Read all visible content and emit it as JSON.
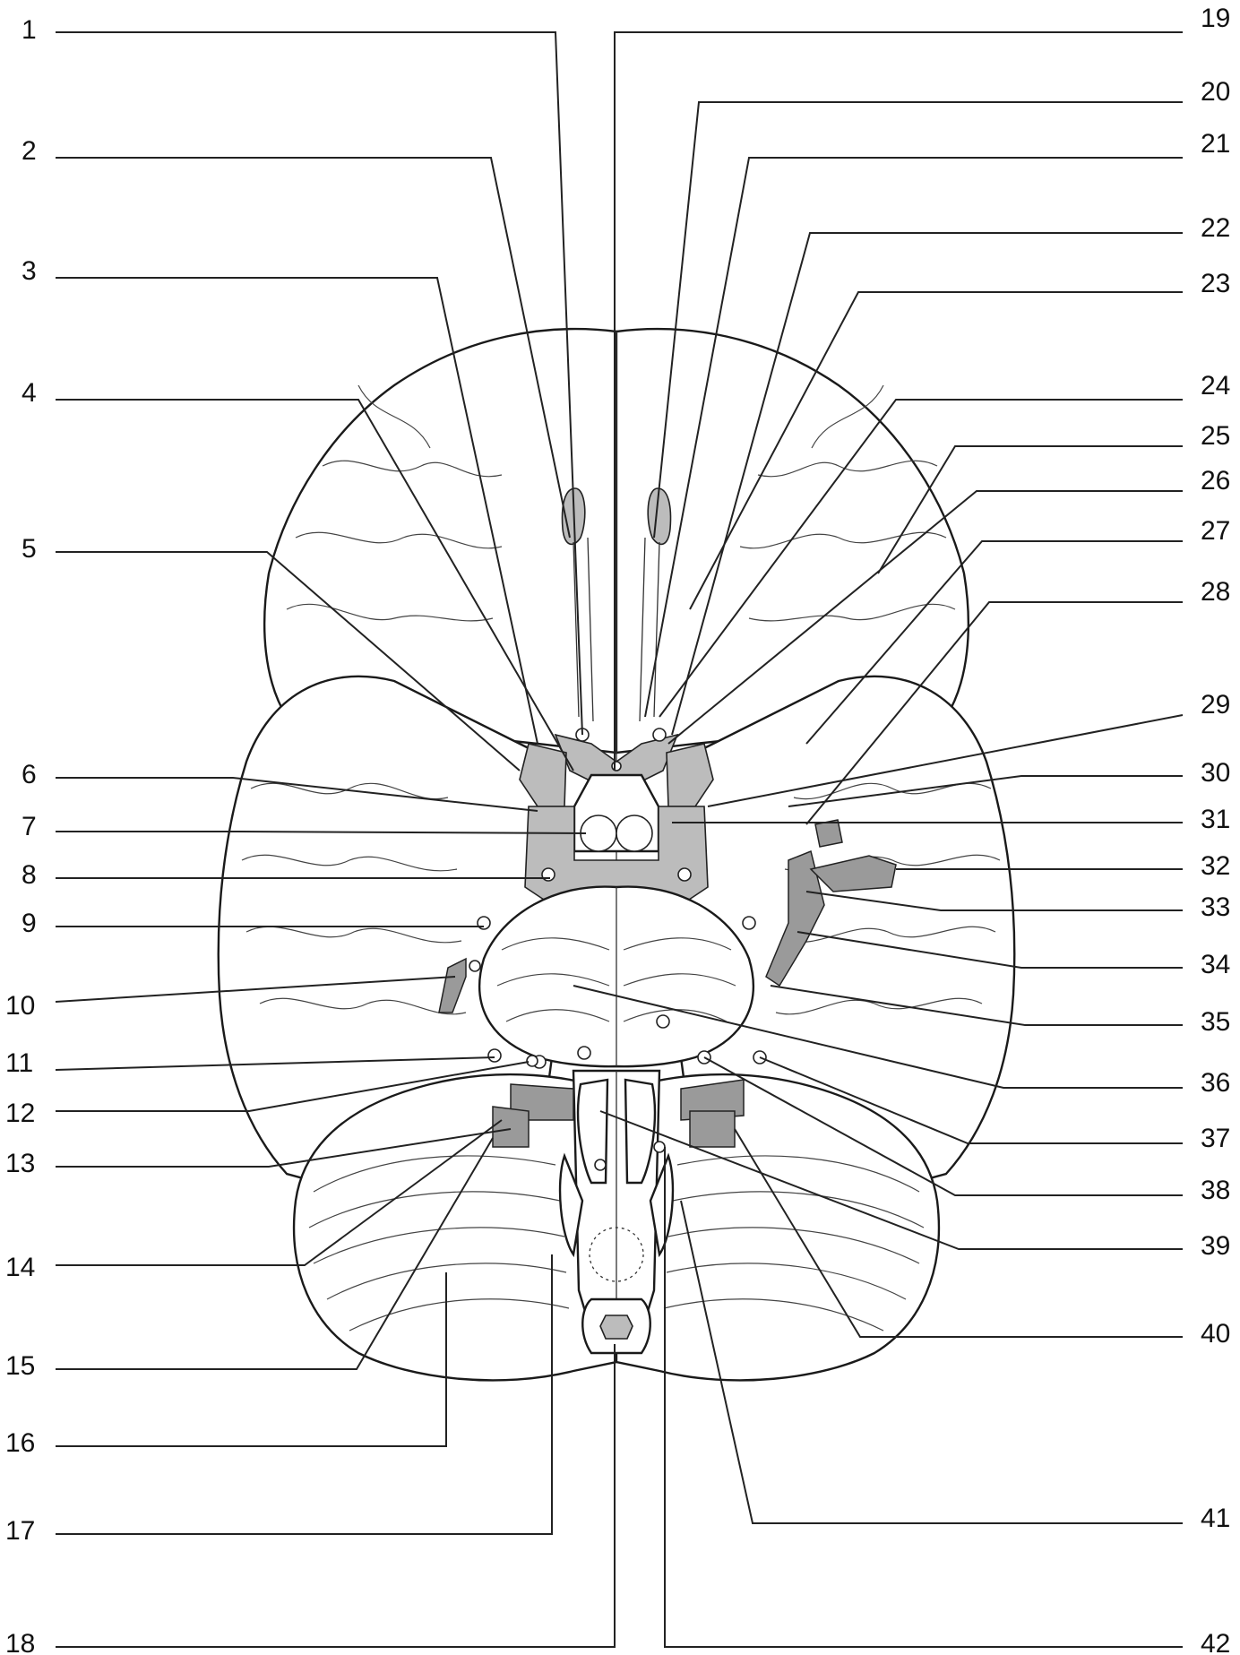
{
  "figure": {
    "labels": [
      "1",
      "2",
      "3",
      "4",
      "5",
      "6",
      "7",
      "8",
      "9",
      "10",
      "11",
      "12",
      "13",
      "14",
      "15",
      "16",
      "17",
      "18",
      "19",
      "20",
      "21",
      "22",
      "23",
      "24",
      "25",
      "26",
      "27",
      "28",
      "29",
      "30",
      "31",
      "32",
      "33",
      "34",
      "35",
      "36",
      "37",
      "38",
      "39",
      "40",
      "41",
      "42"
    ]
  }
}
